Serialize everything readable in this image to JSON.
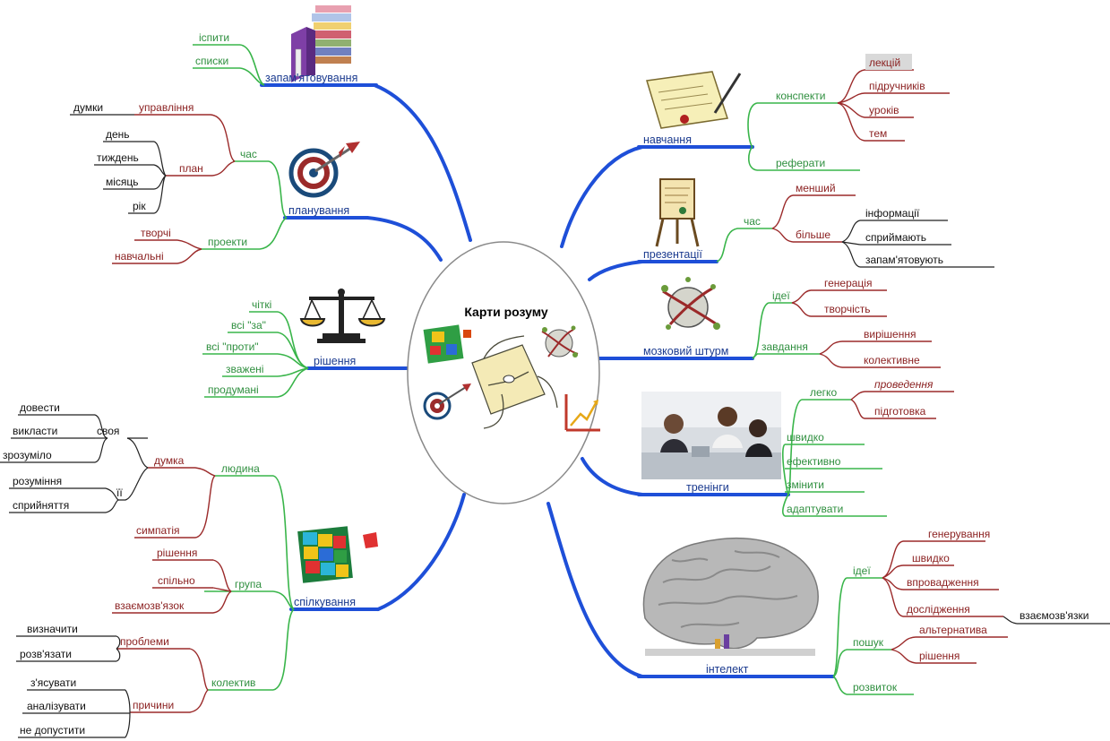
{
  "center": {
    "title": "Карти розуму"
  },
  "colors": {
    "main": "#1e4fd8",
    "green": "#39b54a",
    "red": "#9b2a2a",
    "black": "#111111"
  },
  "left": {
    "memory": {
      "title": "запам'ятовування",
      "items": [
        "іспити",
        "списки"
      ]
    },
    "planning": {
      "title": "планування",
      "time": "час",
      "management": "управління",
      "thoughts": "думки",
      "plan": "план",
      "plan_items": [
        "день",
        "тиждень",
        "місяць",
        "рік"
      ],
      "projects": "проекти",
      "project_items": [
        "творчі",
        "навчальні"
      ]
    },
    "decision": {
      "title": "рішення",
      "items": [
        "чіткі",
        "всі \"за\"",
        "всі \"проти\"",
        "зважені",
        "продумані"
      ]
    },
    "communication": {
      "title": "спілкування",
      "person": "людина",
      "opinion": "думка",
      "own": "своя",
      "own_items": [
        "довести",
        "викласти",
        "зрозуміло"
      ],
      "her": "її",
      "her_items": [
        "розуміння",
        "сприйняття"
      ],
      "sympathy": "симпатія",
      "group": "група",
      "group_items": [
        "рішення",
        "спільно",
        "взаємозв'язок"
      ],
      "team": "колектив",
      "problems": "проблеми",
      "problem_items": [
        "визначити",
        "розв'язати"
      ],
      "causes": "причини",
      "cause_items": [
        "з'ясувати",
        "аналізувати",
        "не допустити"
      ]
    }
  },
  "right": {
    "learning": {
      "title": "навчання",
      "notes": "конспекти",
      "notes_items": [
        "лекцій",
        "підручників",
        "уроків",
        "тем"
      ],
      "essays": "реферати"
    },
    "presentations": {
      "title": "презентації",
      "time": "час",
      "less": "менший",
      "more": "більше",
      "more_items": [
        "інформації",
        "сприймають",
        "запам'ятовують"
      ]
    },
    "brainstorm": {
      "title": "мозковий штурм",
      "ideas": "ідеї",
      "idea_items": [
        "генерація",
        "творчість"
      ],
      "tasks": "завдання",
      "task_items": [
        "вирішення",
        "колективне"
      ]
    },
    "trainings": {
      "title": "тренінги",
      "easy": "легко",
      "easy_items": [
        "проведення",
        "підготовка"
      ],
      "items": [
        "швидко",
        "ефективно",
        "змінити",
        "адаптувати"
      ]
    },
    "intellect": {
      "title": "інтелект",
      "ideas": "ідеї",
      "idea_items": [
        "генерування",
        "швидко",
        "впровадження",
        "дослідження"
      ],
      "links": "взаємозв'язки",
      "search": "пошук",
      "search_items": [
        "альтернатива",
        "рішення"
      ],
      "development": "розвиток"
    }
  }
}
